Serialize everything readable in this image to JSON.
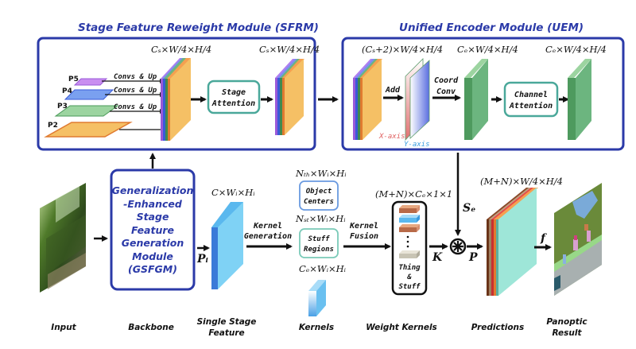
{
  "modules": {
    "sfrm": {
      "title": "Stage Feature Reweight Module (SFRM)",
      "in_dim": "Cₛ×W/4×H/4",
      "out_dim": "Cₛ×W/4×H/4",
      "levels": [
        "P5",
        "P4",
        "P3",
        "P2"
      ],
      "convs_label": "Convs & Up",
      "attention_label_1": "Stage",
      "attention_label_2": "Attention"
    },
    "uem": {
      "title": "Unified Encoder Module (UEM)",
      "in_dim": "(Cₛ+2)×W/4×H/4",
      "mid_dim": "Cₑ×W/4×H/4",
      "out_dim": "Cₑ×W/4×H/4",
      "add_label": "Add",
      "coord_label_1": "Coord",
      "coord_label_2": "Conv",
      "x_axis_label": "X-axis",
      "y_axis_label": "Y-axis",
      "attention_label_1": "Channel",
      "attention_label_2": "Attention"
    },
    "gsfgm": {
      "lines": [
        "Generalization",
        "-Enhanced",
        "Stage",
        "Feature",
        "Generation",
        "Module",
        "(GSFGM)"
      ]
    }
  },
  "pipeline": {
    "single_stage_dim": "C×Wᵢ×Hᵢ",
    "p_i": "Pᵢ",
    "kernel_generation_1": "Kernel",
    "kernel_generation_2": "Generation",
    "object_centers_dim": "Nₜₕ×Wᵢ×Hᵢ",
    "object_centers_1": "Object",
    "object_centers_2": "Centers",
    "stuff_regions_dim": "Nₛₜ×Wᵢ×Hᵢ",
    "stuff_regions_1": "Stuff",
    "stuff_regions_2": "Regions",
    "kernels_dim": "Cₑ×Wᵢ×Hᵢ",
    "kernel_fusion_1": "Kernel",
    "kernel_fusion_2": "Fusion",
    "weight_kernels_dim": "(M+N)×Cₑ×1×1",
    "thing_stuff": [
      "Thing",
      "&",
      "Stuff"
    ],
    "k_label": "K",
    "se_label": "Sₑ",
    "p_label": "P",
    "predictions_dim": "(M+N)×W/4×H/4",
    "f_label": "f"
  },
  "captions": {
    "input": "Input",
    "backbone": "Backbone",
    "single_stage_1": "Single Stage",
    "single_stage_2": "Feature",
    "kernels": "Kernels",
    "weight_kernels": "Weight Kernels",
    "predictions": "Predictions",
    "panoptic_1": "Panoptic",
    "panoptic_2": "Result"
  },
  "colors": {
    "module_border": "#2b3aa8",
    "attention_border": "#4aa89a",
    "orange": "#f5c065",
    "green": "#6cb57f",
    "blue": "#5ab8ee",
    "teal": "#9ee6d8"
  }
}
